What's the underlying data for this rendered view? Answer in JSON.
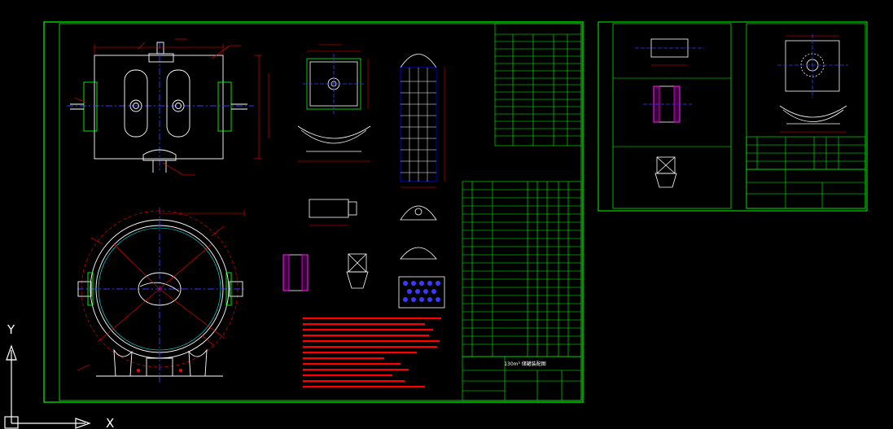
{
  "colors": {
    "background": "#000000",
    "frame": "#00ff00",
    "geometry": "#ffffff",
    "dimension": "#ff0000",
    "centerline": "#3a3aff",
    "hidden": "#00ffff",
    "hatch": "#ff00ff",
    "axis": "#ffffff"
  },
  "sheet_main": {
    "title": "130m³ 储罐装配图"
  },
  "ucs": {
    "y_label": "Y",
    "x_label": "X"
  }
}
